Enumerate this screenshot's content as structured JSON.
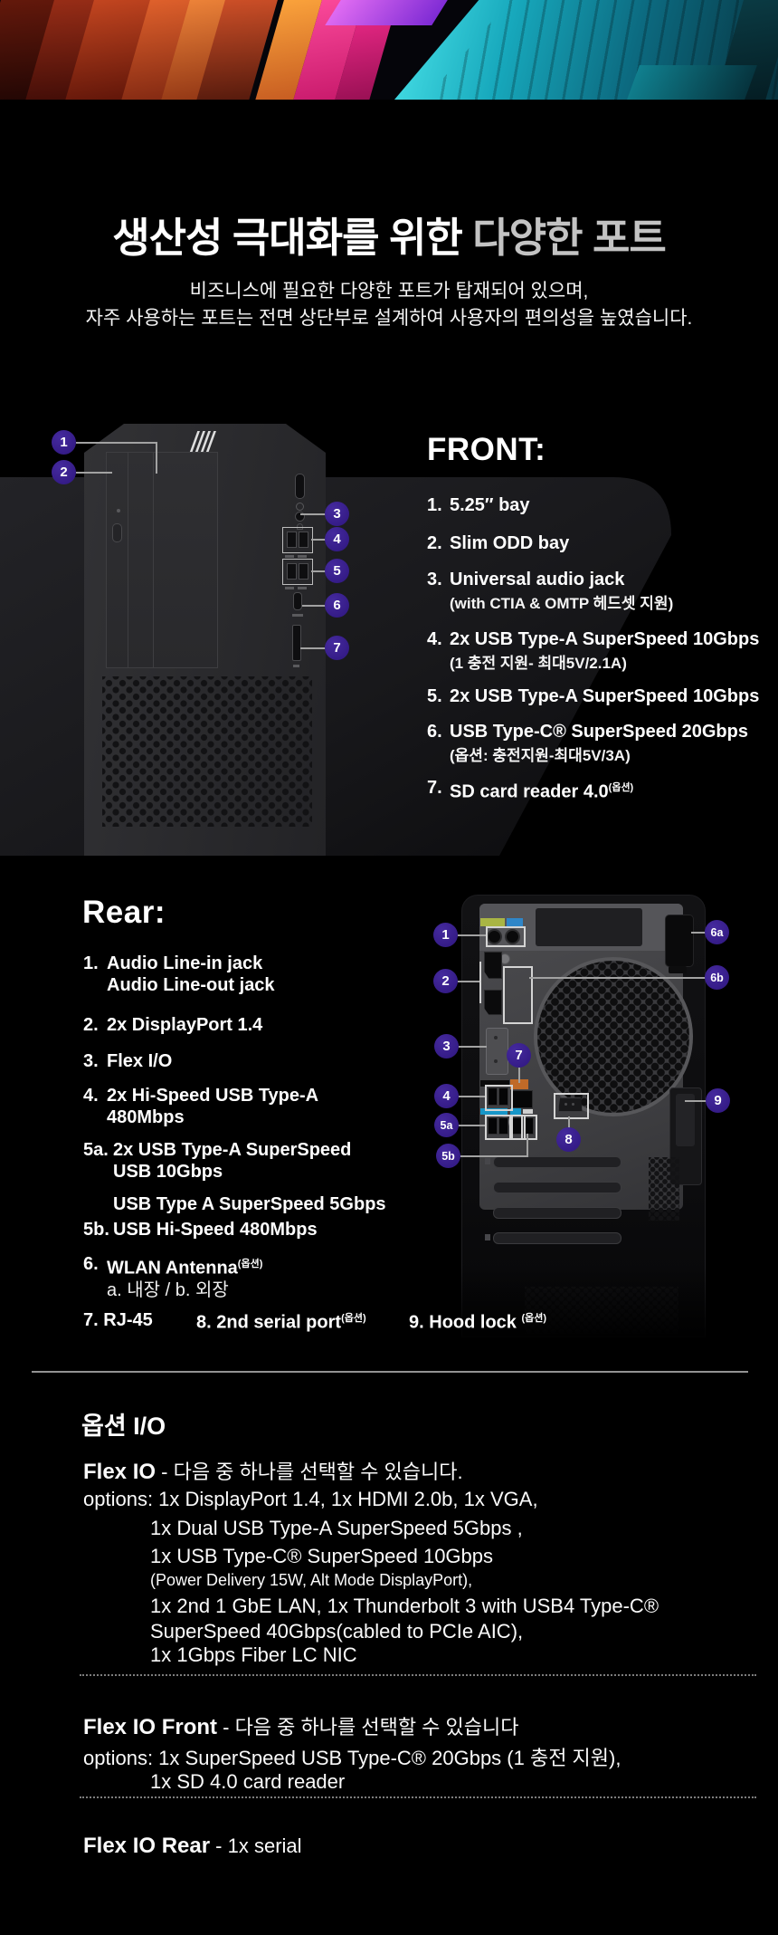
{
  "banner": {
    "colors": {
      "background": "#05050a",
      "red": "#c2421f",
      "orange": "#f08a3c",
      "pink": "#ff3f9e",
      "magenta": "#c84bf0",
      "cyan": "#2fd4e0",
      "teal": "#0b6f82"
    }
  },
  "title": {
    "part1": "생산성 극대화를 위한 ",
    "part2": "다양한 포트"
  },
  "subtitle": {
    "line1": "비즈니스에 필요한 다양한 포트가 탑재되어 있으며,",
    "line2": "자주 사용하는 포트는 전면 상단부로 설계하여 사용자의 편의성을 높였습니다."
  },
  "front": {
    "heading": "FRONT:",
    "items": [
      {
        "num": "1.",
        "text": "5.25″ bay"
      },
      {
        "num": "2.",
        "text": "Slim ODD bay"
      },
      {
        "num": "3.",
        "text": "Universal audio jack",
        "note": "(with CTIA & OMTP 헤드셋 지원)"
      },
      {
        "num": "4.",
        "text": "2x USB Type-A SuperSpeed 10Gbps",
        "note": "(1 충전 지원- 최대5V/2.1A)"
      },
      {
        "num": "5.",
        "text": "2x USB Type-A SuperSpeed 10Gbps"
      },
      {
        "num": "6.",
        "text": "USB Type-C® SuperSpeed 20Gbps",
        "note": "(옵션: 충전지원-최대5V/3A)"
      },
      {
        "num": "7.",
        "text": "SD card reader 4.0",
        "sup": "(옵션)"
      }
    ],
    "callouts": [
      "1",
      "2",
      "3",
      "4",
      "5",
      "6",
      "7"
    ]
  },
  "rear": {
    "heading": "Rear:",
    "items": [
      {
        "num": "1.",
        "line1": "Audio Line-in jack",
        "line2": "Audio Line-out jack"
      },
      {
        "num": "2.",
        "line1": "2x DisplayPort 1.4"
      },
      {
        "num": "3.",
        "line1": "Flex I/O"
      },
      {
        "num": "4.",
        "line1": "2x Hi-Speed USB Type-A",
        "line2": "480Mbps"
      },
      {
        "num": "5a.",
        "line1": "2x USB Type-A SuperSpeed",
        "line2": "USB 10Gbps"
      },
      {
        "num": "",
        "line1": "USB Type A SuperSpeed 5Gbps"
      },
      {
        "num": "5b.",
        "line1": "USB Hi-Speed 480Mbps"
      },
      {
        "num": "6.",
        "line1": "WLAN Antenna",
        "sup": "(옵션)",
        "line2": "a. 내장 / b. 외장"
      }
    ],
    "bottom_row": [
      {
        "num": "7.",
        "text": "RJ-45"
      },
      {
        "num": "8.",
        "text": "2nd serial port",
        "sup": "(옵션)"
      },
      {
        "num": "9.",
        "text": "Hood lock ",
        "sup": "(옵션)"
      }
    ],
    "callouts": [
      "1",
      "2",
      "3",
      "4",
      "5a",
      "5b",
      "6a",
      "6b",
      "7",
      "8",
      "9"
    ]
  },
  "options_io": {
    "heading": "옵션 I/O",
    "flex_io": {
      "label": "Flex IO",
      "desc": " - 다음 중 하나를 선택할 수 있습니다.",
      "line1": "options: 1x DisplayPort 1.4, 1x HDMI 2.0b, 1x VGA,",
      "line2": "1x Dual USB Type-A SuperSpeed 5Gbps ,",
      "line3": "1x USB Type-C® SuperSpeed 10Gbps",
      "line4": "(Power Delivery 15W, Alt Mode DisplayPort),",
      "line5": "1x 2nd 1 GbE LAN, 1x Thunderbolt 3 with USB4 Type-C®",
      "line6": "SuperSpeed 40Gbps(cabled to PCIe AIC),",
      "line7": "1x 1Gbps Fiber LC NIC"
    },
    "flex_io_front": {
      "label": "Flex IO Front",
      "desc": " - 다음 중 하나를 선택할 수 있습니다",
      "line1": "options: 1x SuperSpeed USB Type-C® 20Gbps (1 충전 지원),",
      "line2": "1x SD 4.0 card reader"
    },
    "flex_io_rear": {
      "label": "Flex IO Rear",
      "desc": " - 1x serial"
    }
  }
}
